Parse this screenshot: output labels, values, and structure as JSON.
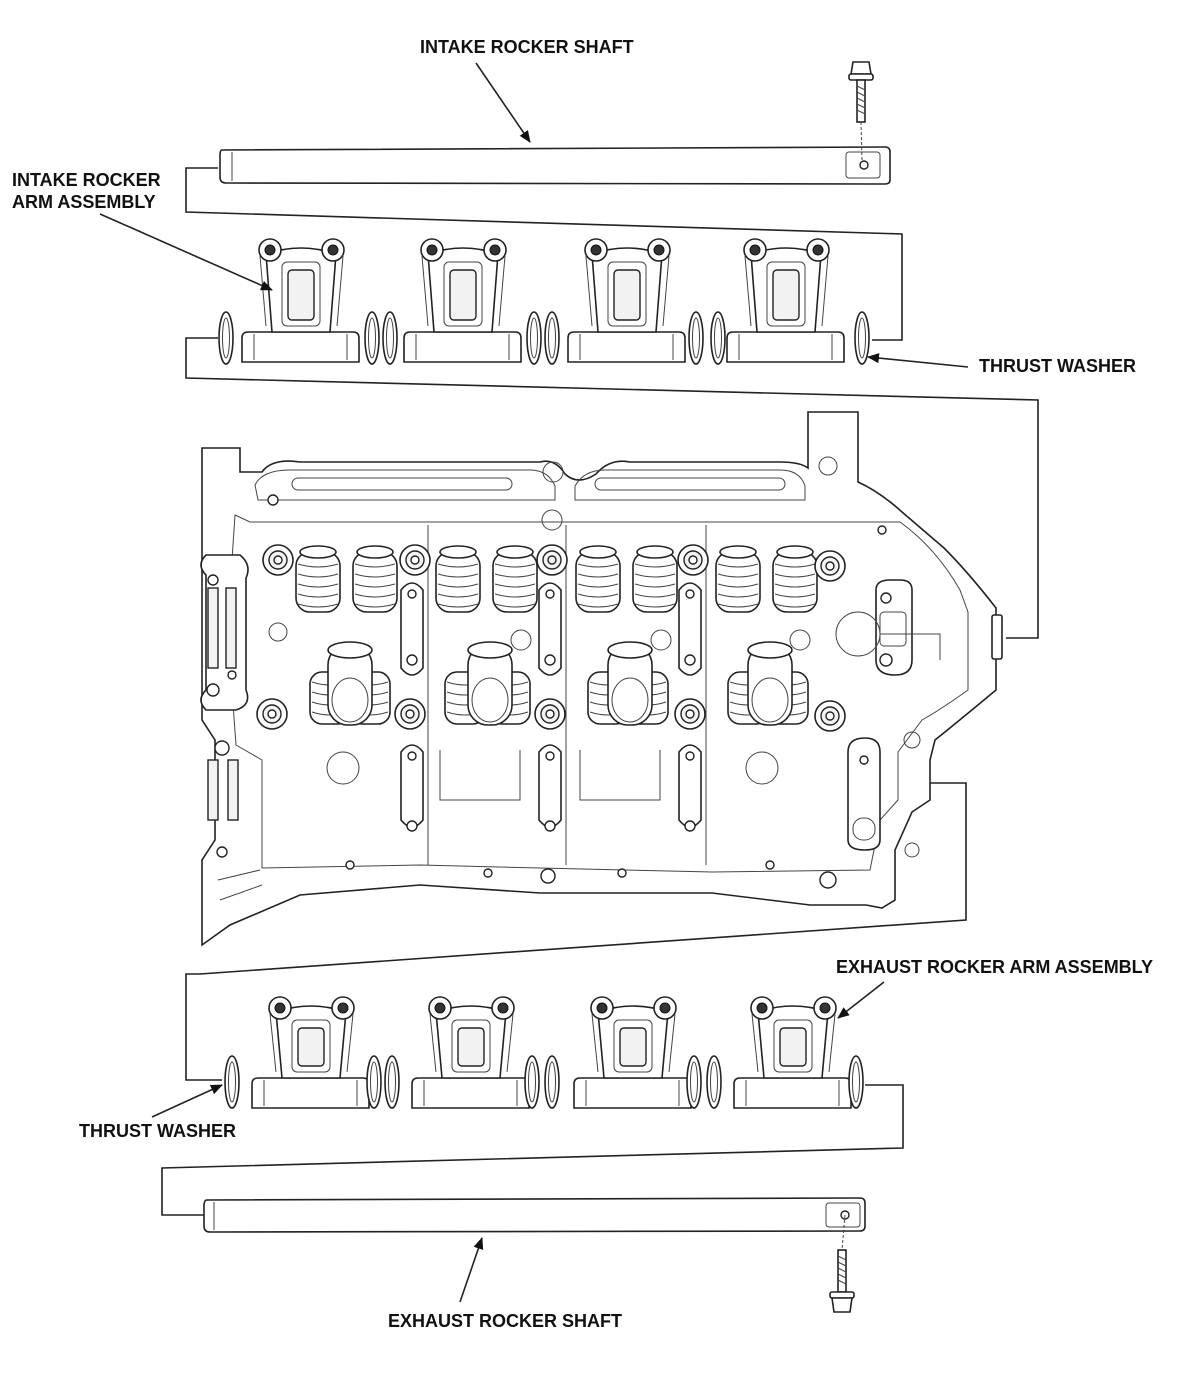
{
  "labels": {
    "intake_rocker_shaft": "INTAKE ROCKER SHAFT",
    "intake_rocker_arm_assembly": "INTAKE ROCKER\nARM ASSEMBLY",
    "thrust_washer_top": "THRUST WASHER",
    "exhaust_rocker_arm_assembly": "EXHAUST ROCKER ARM ASSEMBLY",
    "thrust_washer_bottom": "THRUST WASHER",
    "exhaust_rocker_shaft": "EXHAUST ROCKER SHAFT"
  }
}
